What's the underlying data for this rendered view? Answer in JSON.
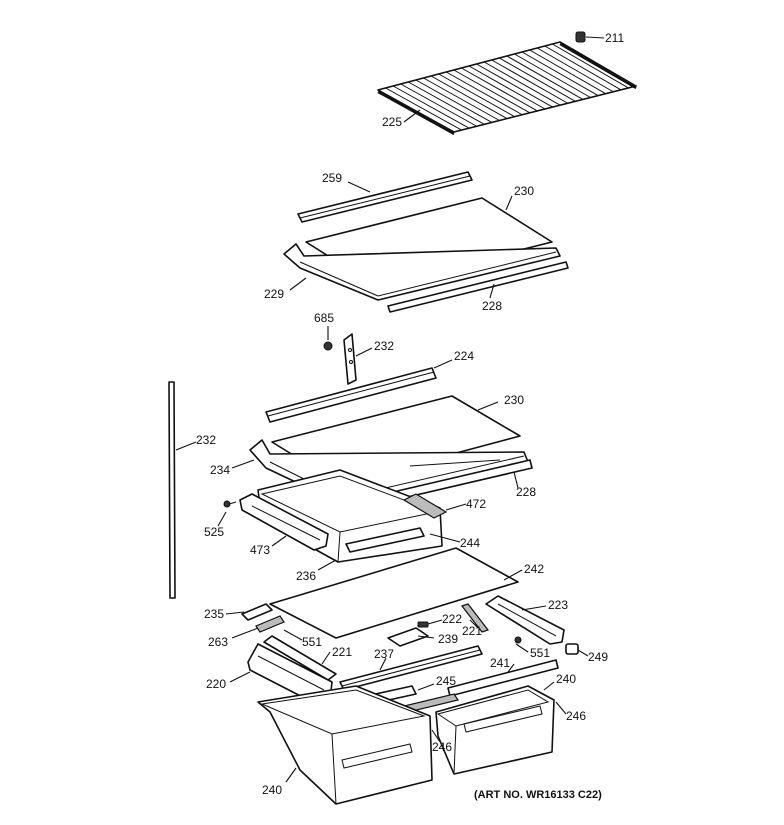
{
  "art_number": "(ART NO. WR16133 C22)",
  "labels": {
    "p211": "211",
    "p225": "225",
    "p259": "259",
    "p230a": "230",
    "p229": "229",
    "p228a": "228",
    "p685": "685",
    "p232a": "232",
    "p224": "224",
    "p230b": "230",
    "p232b": "232",
    "p234": "234",
    "p228b": "228",
    "p472": "472",
    "p525": "525",
    "p473": "473",
    "p244": "244",
    "p236": "236",
    "p242": "242",
    "p235": "235",
    "p223": "223",
    "p263": "263",
    "p551a": "551",
    "p222": "222",
    "p239": "239",
    "p221a": "221",
    "p221b": "221",
    "p551b": "551",
    "p249": "249",
    "p237": "237",
    "p241": "241",
    "p220": "220",
    "p245": "245",
    "p240a": "240",
    "p246a": "246",
    "p246b": "246",
    "p240b": "240"
  }
}
